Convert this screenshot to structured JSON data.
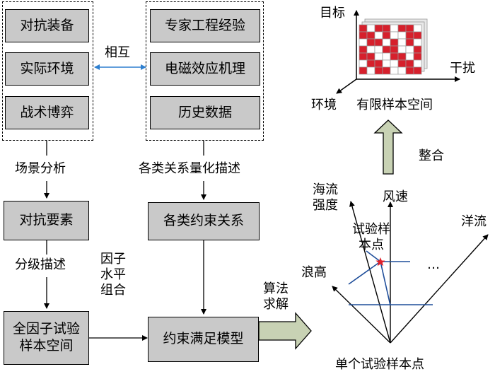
{
  "left_group": {
    "boxes": [
      "对抗装备",
      "实际环境",
      "战术博弈"
    ],
    "link_label": "场景分析"
  },
  "right_group": {
    "boxes": [
      "专家工程经验",
      "电磁效应机理",
      "历史数据"
    ],
    "link_label": "各类关系量化描述"
  },
  "mutual_label": "相互",
  "mid": {
    "left_box": "对抗要素",
    "right_box": "各类约束关系",
    "left_link_label": "分级描述"
  },
  "bottom": {
    "full_factor_box": "全因子试验样本空间",
    "factor_label": "因子水平组合",
    "model_box": "约束满足模型",
    "solve_label": "算法求解"
  },
  "space3d": {
    "y_axis": "目标",
    "x_axis": "干扰",
    "z_axis": "环境",
    "title": "有限样本空间"
  },
  "integrate_label": "整合",
  "radar": {
    "axes": [
      "海流强度",
      "风速",
      "洋流",
      "浪高"
    ],
    "point_label": "试验样本点",
    "ellipsis": "…",
    "caption": "单个试验样本点"
  }
}
